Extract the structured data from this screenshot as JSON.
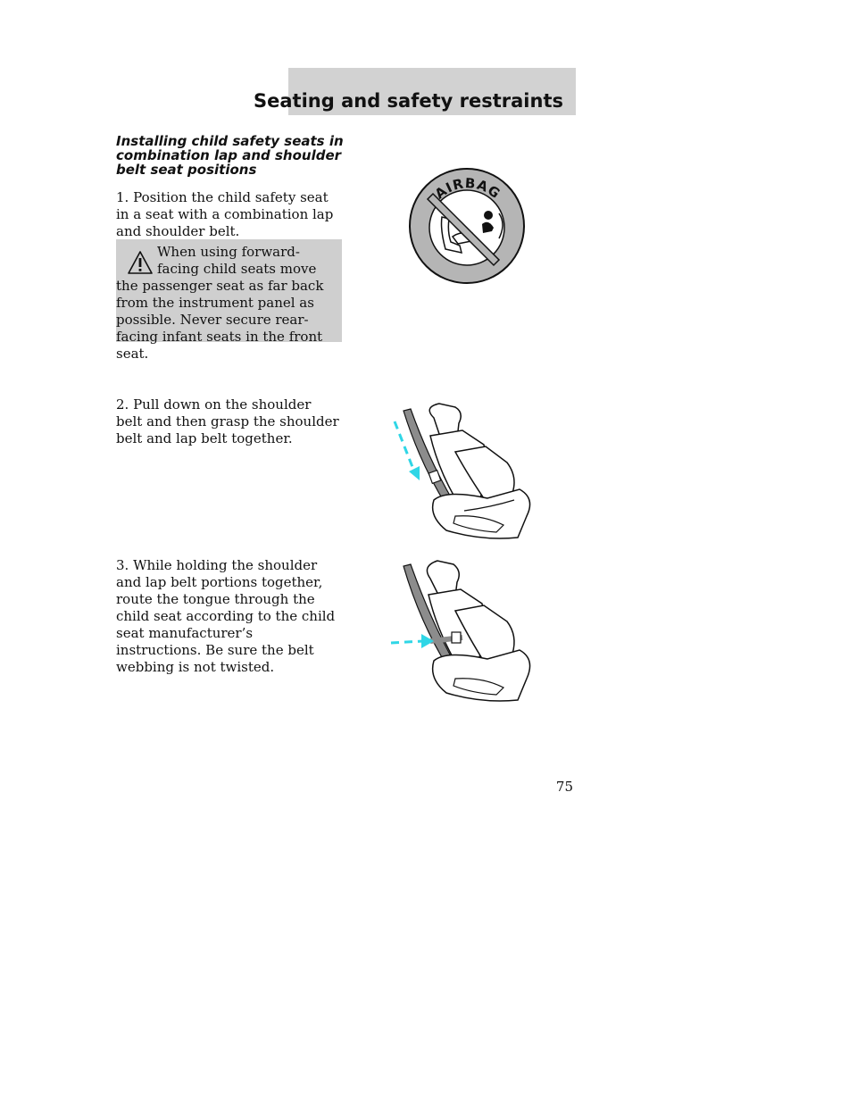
{
  "header": {
    "title": "Seating and safety restraints"
  },
  "section": {
    "heading": "Installing child safety seats in combination lap and shoulder belt seat positions"
  },
  "steps": [
    {
      "text": "1. Position the child safety seat in a seat with a combination lap and shoulder belt."
    },
    {
      "text": "2. Pull down on the shoulder belt and then grasp the shoulder belt and lap belt together."
    },
    {
      "text": "3. While holding the shoulder and lap belt portions together, route the tongue through the child seat according to the child seat manufacturer’s instructions. Be sure the belt webbing is not twisted."
    }
  ],
  "warning": {
    "icon": "warning-triangle-icon",
    "text": "When using forward-facing child seats move the passenger seat as far back from the instrument panel as possible. Never secure rear-facing infant seats in the front seat."
  },
  "figures": {
    "airbag_label": "AIRBAG",
    "arrow_color": "#2fd6e6",
    "belt_color": "#8c8c8c"
  },
  "page": {
    "number": "75"
  }
}
